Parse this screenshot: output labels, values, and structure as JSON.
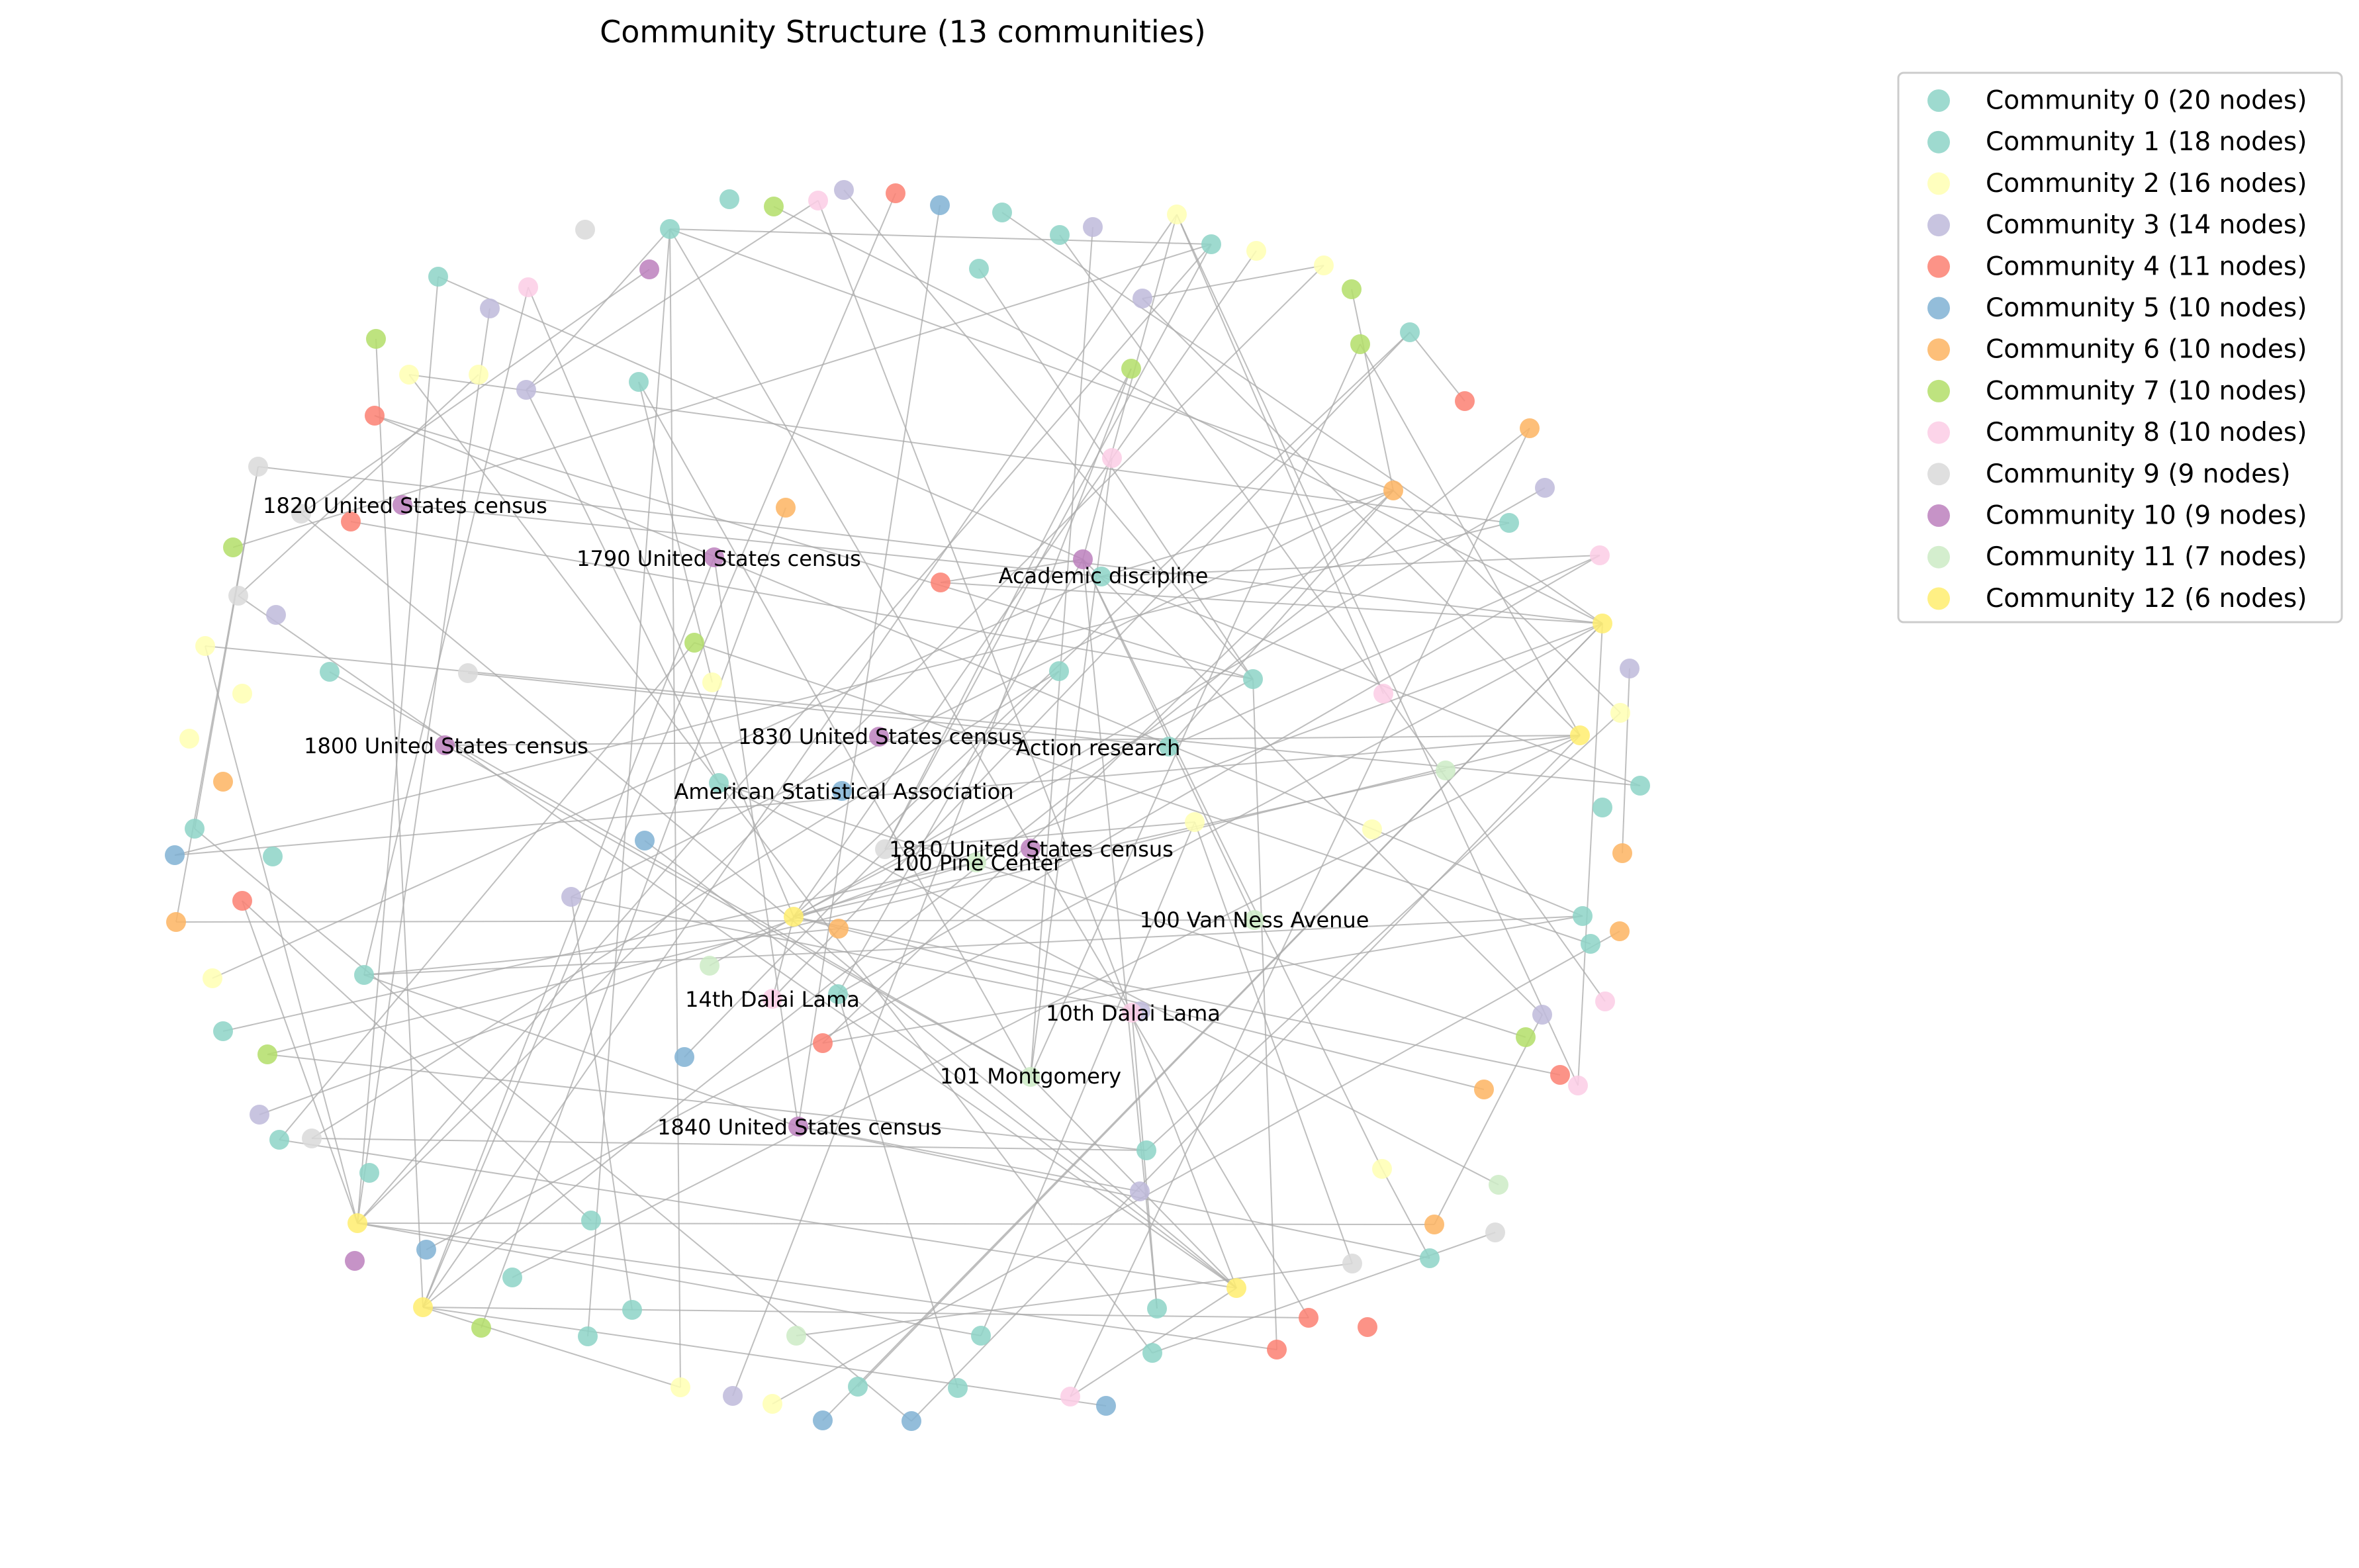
{
  "title": "Community Structure (13 communities)",
  "legend": {
    "placement": "top-right, outside plot",
    "entries": [
      {
        "label": "Community 0 (20 nodes)",
        "color": "#8dd3c7"
      },
      {
        "label": "Community 1 (18 nodes)",
        "color": "#8dd3c7"
      },
      {
        "label": "Community 2 (16 nodes)",
        "color": "#ffffb3"
      },
      {
        "label": "Community 3 (14 nodes)",
        "color": "#bebada"
      },
      {
        "label": "Community 4 (11 nodes)",
        "color": "#fb8072"
      },
      {
        "label": "Community 5 (10 nodes)",
        "color": "#80b1d3"
      },
      {
        "label": "Community 6 (10 nodes)",
        "color": "#fdb462"
      },
      {
        "label": "Community 7 (10 nodes)",
        "color": "#b3de69"
      },
      {
        "label": "Community 8 (10 nodes)",
        "color": "#fccde5"
      },
      {
        "label": "Community 9 (9 nodes)",
        "color": "#d9d9d9"
      },
      {
        "label": "Community 10 (9 nodes)",
        "color": "#bc80bd"
      },
      {
        "label": "Community 11 (7 nodes)",
        "color": "#ccebc5"
      },
      {
        "label": "Community 12 (6 nodes)",
        "color": "#ffed6f"
      }
    ]
  },
  "labeled_nodes": [
    {
      "label": "1820 United States census",
      "community": 10
    },
    {
      "label": "1790 United States census",
      "community": 10
    },
    {
      "label": "Academic discipline",
      "community": 0
    },
    {
      "label": "1800 United States census",
      "community": 10
    },
    {
      "label": "1830 United States census",
      "community": 10
    },
    {
      "label": "Action research",
      "community": 0
    },
    {
      "label": "American Statistical Association",
      "community": 5
    },
    {
      "label": "1810 United States census",
      "community": 10
    },
    {
      "label": "100 Pine Center",
      "community": 11
    },
    {
      "label": "100 Van Ness Avenue",
      "community": 11
    },
    {
      "label": "14th Dalai Lama",
      "community": 8
    },
    {
      "label": "10th Dalai Lama",
      "community": 8
    },
    {
      "label": "101 Montgomery",
      "community": 11
    },
    {
      "label": "1840 United States census",
      "community": 10
    }
  ],
  "chart_data": {
    "type": "network",
    "title": "Community Structure (13 communities)",
    "communities": 13,
    "community_sizes": [
      20,
      18,
      16,
      14,
      11,
      10,
      10,
      10,
      10,
      9,
      9,
      7,
      6
    ],
    "node_size_total": 150,
    "edge_color": "#aaaaaa",
    "grid": false,
    "axes": false
  }
}
